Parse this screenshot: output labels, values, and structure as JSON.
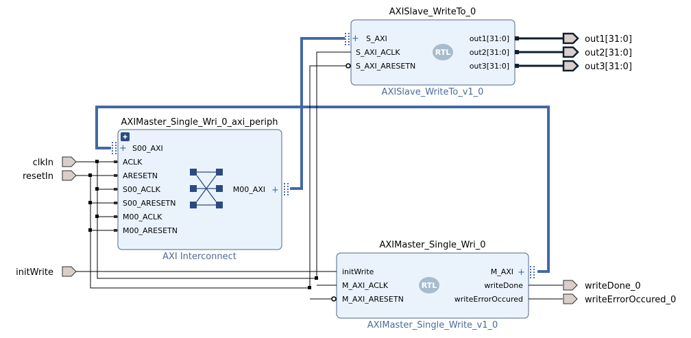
{
  "blocks": {
    "slave": {
      "title": "AXISlave_WriteTo_0",
      "subtitle": "AXISlave_WriteTo_v1_0",
      "badge": "RTL",
      "pins_left": [
        "S_AXI",
        "S_AXI_ACLK",
        "S_AXI_ARESETN"
      ],
      "pins_right": [
        "out1[31:0]",
        "out2[31:0]",
        "out3[31:0]"
      ]
    },
    "interconnect": {
      "title": "AXIMaster_Single_Wri_0_axi_periph",
      "subtitle": "AXI Interconnect",
      "pins_left": [
        "S00_AXI",
        "ACLK",
        "ARESETN",
        "S00_ACLK",
        "S00_ARESETN",
        "M00_ACLK",
        "M00_ARESETN"
      ],
      "pins_right": [
        "M00_AXI"
      ]
    },
    "master": {
      "title": "AXIMaster_Single_Wri_0",
      "subtitle": "AXIMaster_Single_Write_v1_0",
      "badge": "RTL",
      "pins_left": [
        "initWrite",
        "M_AXI_ACLK",
        "M_AXI_ARESETN"
      ],
      "pins_right": [
        "M_AXI",
        "writeDone",
        "writeErrorOccured"
      ]
    }
  },
  "external_ports": {
    "inputs": [
      "clkIn",
      "resetIn",
      "initWrite"
    ],
    "outputs": [
      "out1[31:0]",
      "out2[31:0]",
      "out3[31:0]",
      "writeDone_0",
      "writeErrorOccured_0"
    ]
  },
  "colors": {
    "block_fill": "#eaf3fc",
    "block_border": "#4e6488",
    "bus": "#4468a6",
    "subtitle": "#4a6a9a",
    "badge": "#a9bccd",
    "port_fill": "#d8cfcb"
  }
}
